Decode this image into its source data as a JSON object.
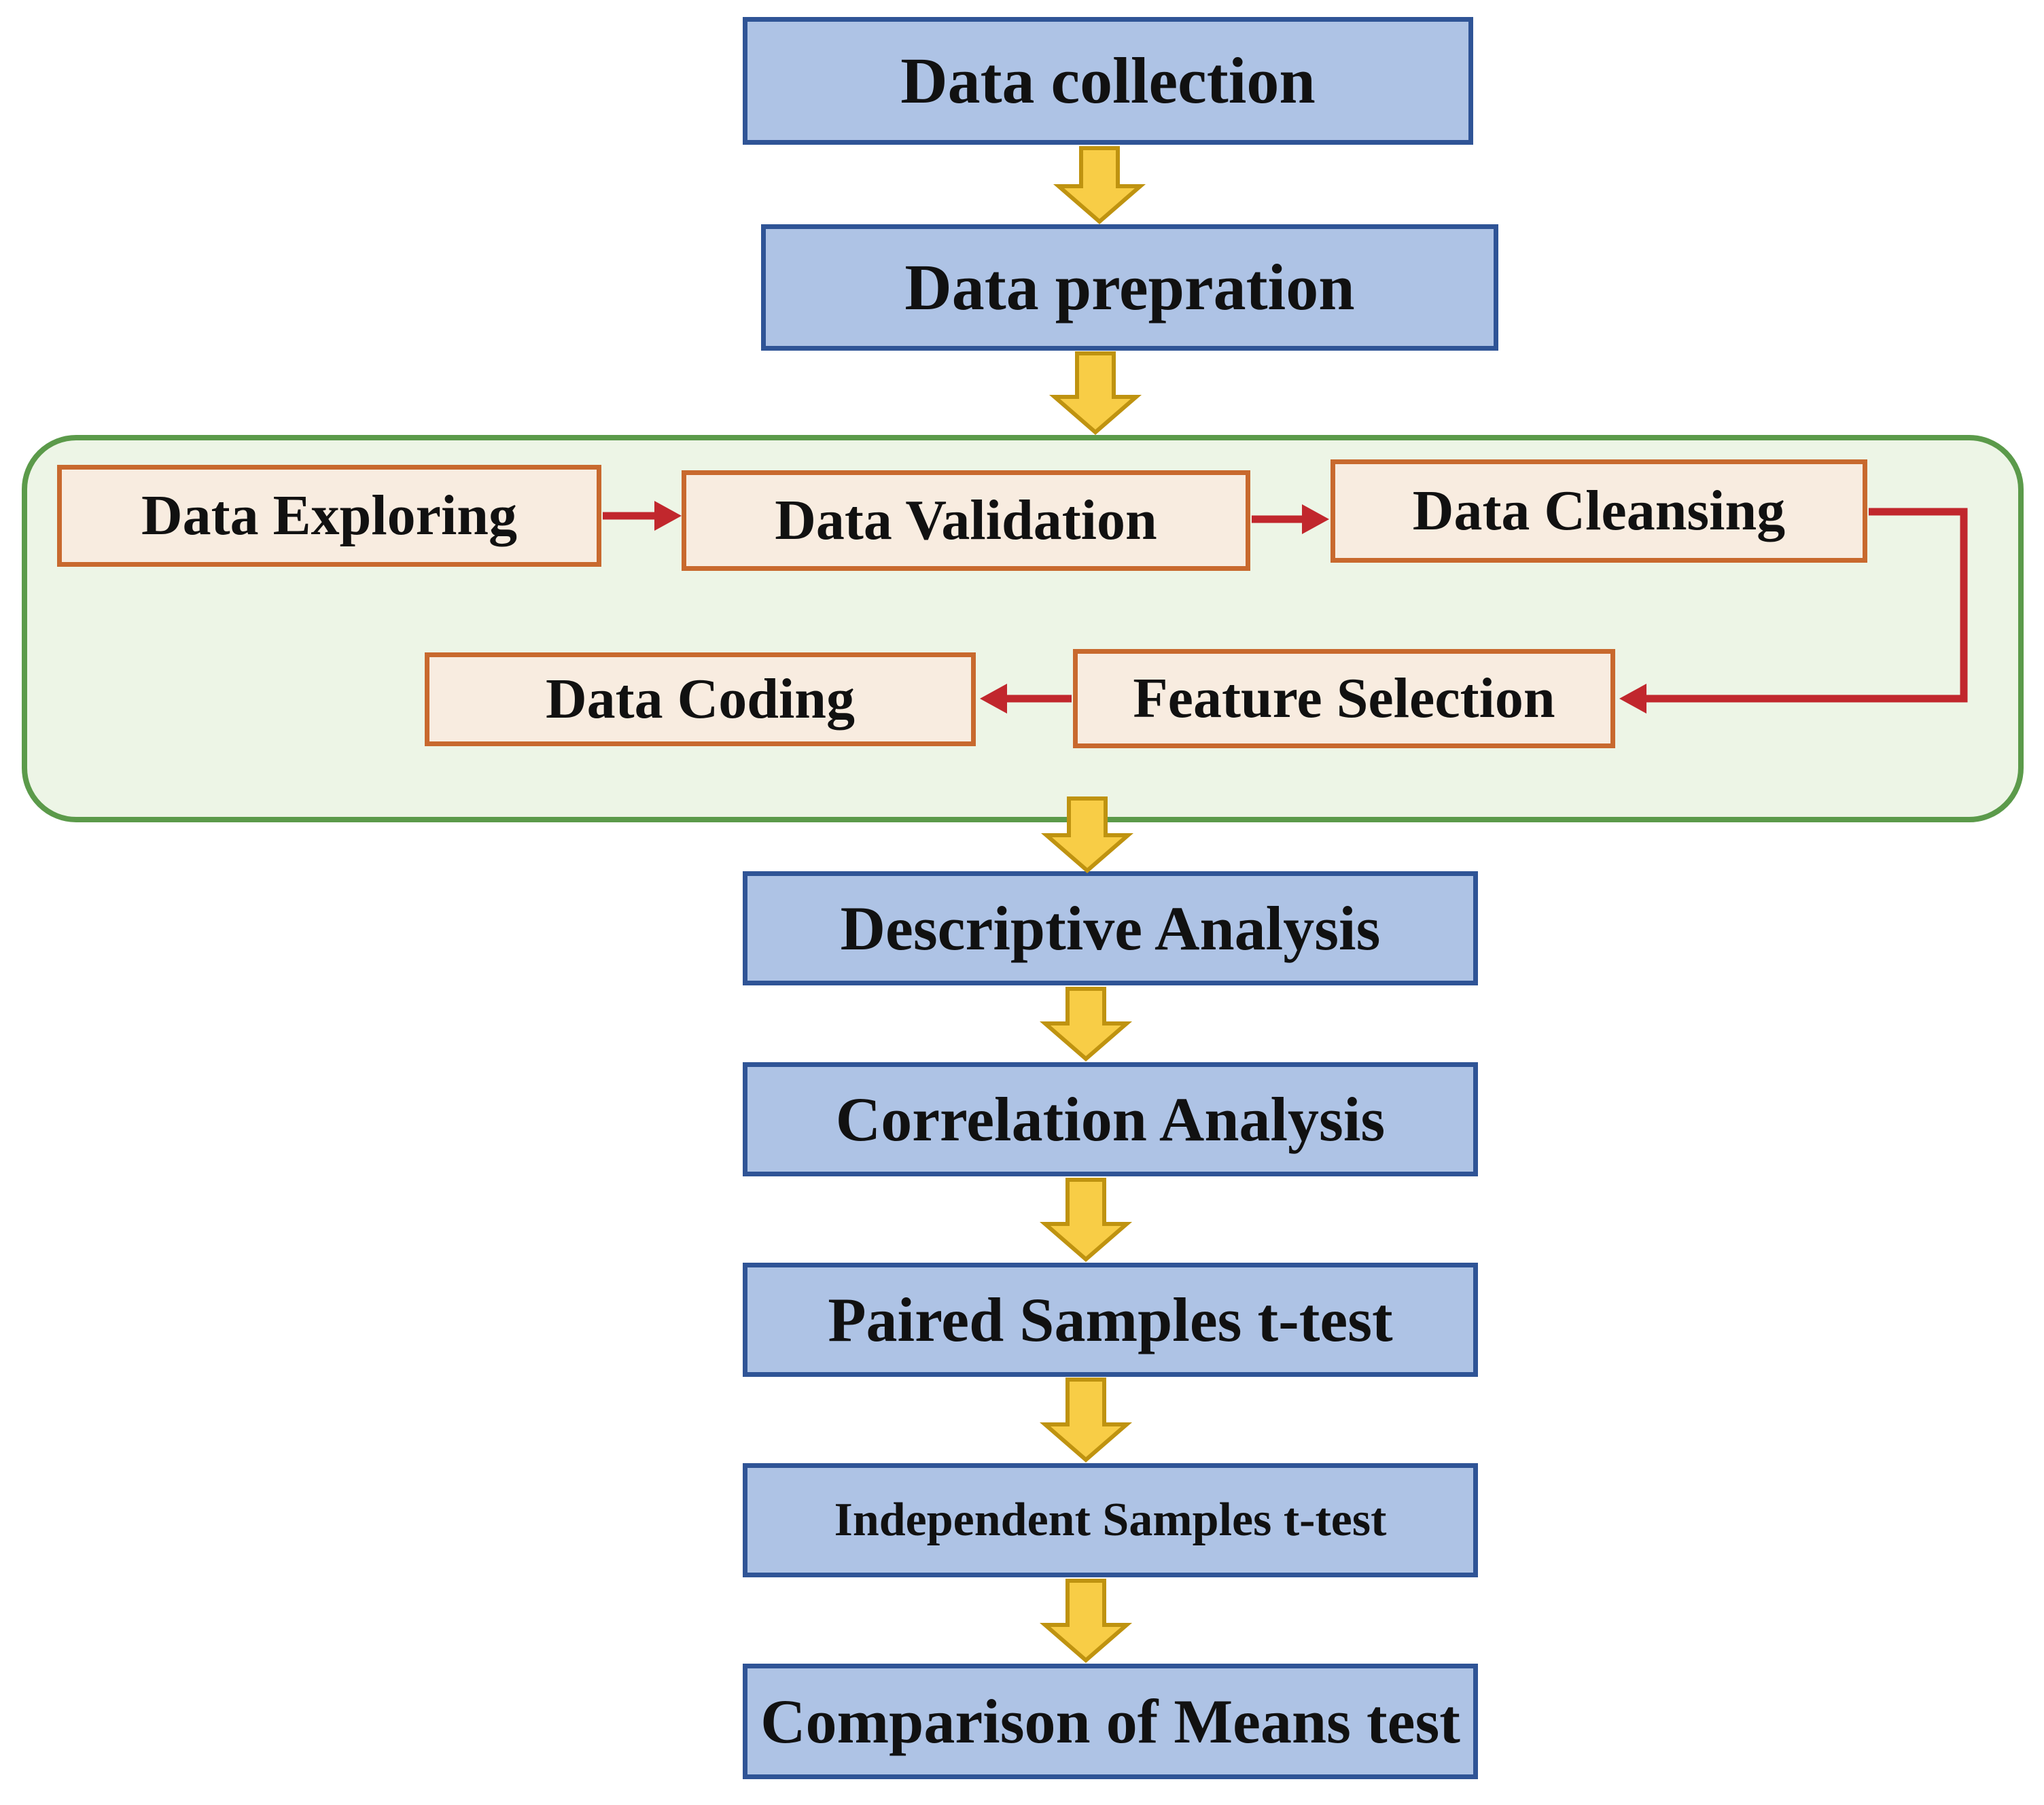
{
  "theme": {
    "background": "#ffffff",
    "blue_box_fill": "#aec3e5",
    "blue_box_border": "#2f5496",
    "green_panel_fill": "#edf5e6",
    "green_panel_border": "#5b9a4a",
    "cream_box_fill": "#f8ece0",
    "cream_box_border": "#c8692e",
    "yellow_arrow_fill": "#f8cd46",
    "yellow_arrow_border": "#bf9310",
    "red_arrow": "#c1272d",
    "text_color": "#111111"
  },
  "flow": {
    "top_nodes": [
      {
        "label": "Data collection"
      },
      {
        "label": "Data prepration"
      }
    ],
    "preprocessing_panel": {
      "row1": [
        {
          "label": "Data Exploring"
        },
        {
          "label": "Data Validation"
        },
        {
          "label": "Data Cleansing"
        }
      ],
      "row2": [
        {
          "label": "Data Coding"
        },
        {
          "label": "Feature Selection"
        }
      ]
    },
    "bottom_nodes": [
      {
        "label": "Descriptive Analysis"
      },
      {
        "label": "Correlation Analysis"
      },
      {
        "label": "Paired Samples t-test"
      },
      {
        "label": "Independent Samples t-test"
      },
      {
        "label": "Comparison of Means test"
      }
    ]
  }
}
